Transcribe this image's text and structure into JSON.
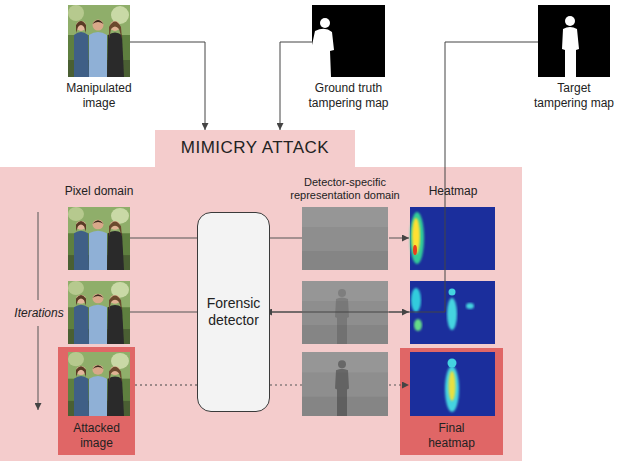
{
  "diagram": {
    "nodes": [
      {
        "text": [
          "Manipulated image"
        ]
      },
      {
        "text": [
          "Ground truth tampering map"
        ]
      },
      {
        "text": [
          "Target tampering map"
        ]
      },
      {
        "text": [
          "MIMICRY ATTACK"
        ]
      },
      {
        "text": [
          "Forensic detector"
        ],
        "in": 3
      },
      {
        "text": [
          "Attacked image"
        ],
        "in": 3
      },
      {
        "text": [
          "Final heatmap"
        ],
        "in": 3
      }
    ],
    "edges": [
      {
        "from": 0,
        "to": 3,
        "arrow": "to"
      },
      {
        "from": 1,
        "to": 3,
        "arrow": "to"
      },
      {
        "from": 2,
        "to": 3,
        "arrow": "to"
      },
      {
        "from": 5,
        "to": 4,
        "arrow": "none"
      }
    ],
    "labels": [
      "Pixel domain",
      "Detector-specific representation domain",
      "Heatmap",
      "Iterations"
    ]
  }
}
